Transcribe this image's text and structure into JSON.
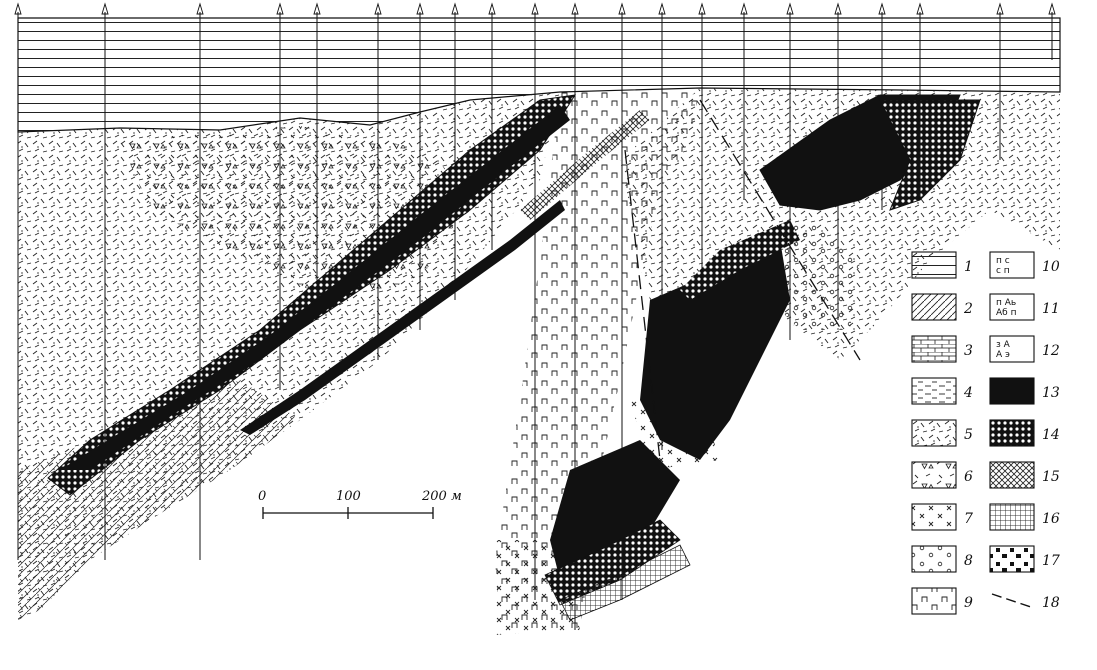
{
  "scale": {
    "ticks": [
      "0",
      "100",
      "200 м"
    ]
  },
  "legend": [
    {
      "num": "1",
      "pattern": "water"
    },
    {
      "num": "2",
      "pattern": "hatch"
    },
    {
      "num": "3",
      "pattern": "brick"
    },
    {
      "num": "4",
      "pattern": "dash"
    },
    {
      "num": "5",
      "pattern": "strokes"
    },
    {
      "num": "6",
      "pattern": "triangles"
    },
    {
      "num": "7",
      "pattern": "crosses"
    },
    {
      "num": "8",
      "pattern": "circles"
    },
    {
      "num": "9",
      "pattern": "pi"
    },
    {
      "num": "10",
      "pattern": "pc",
      "symbols": "п с\nс п"
    },
    {
      "num": "11",
      "pattern": "pab",
      "symbols": "п Аь\nАб п"
    },
    {
      "num": "12",
      "pattern": "zae",
      "symbols": "з А\nА э"
    },
    {
      "num": "13",
      "pattern": "black"
    },
    {
      "num": "14",
      "pattern": "checker"
    },
    {
      "num": "15",
      "pattern": "crosshatch"
    },
    {
      "num": "16",
      "pattern": "grid"
    },
    {
      "num": "17",
      "pattern": "blobs"
    },
    {
      "num": "18",
      "pattern": "dashline"
    }
  ]
}
